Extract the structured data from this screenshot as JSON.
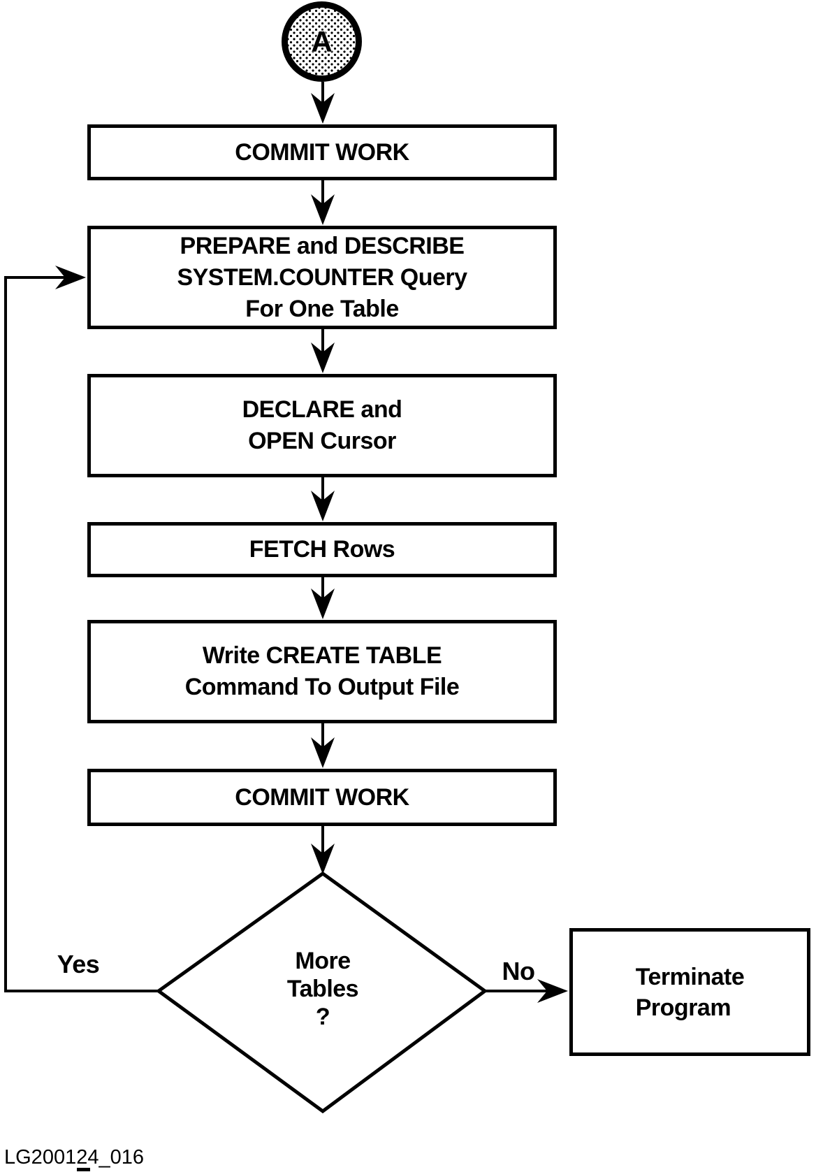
{
  "diagram": {
    "connector": {
      "label": "A"
    },
    "steps": [
      {
        "id": "commit-work-1",
        "lines": [
          "COMMIT WORK"
        ]
      },
      {
        "id": "prepare-describe",
        "lines": [
          "PREPARE and DESCRIBE",
          "SYSTEM.COUNTER Query",
          "For One Table"
        ]
      },
      {
        "id": "declare-open",
        "lines": [
          "DECLARE and",
          "OPEN Cursor"
        ]
      },
      {
        "id": "fetch-rows",
        "lines": [
          "FETCH Rows"
        ]
      },
      {
        "id": "write-create-table",
        "lines": [
          "Write CREATE TABLE",
          "Command To Output File"
        ]
      },
      {
        "id": "commit-work-2",
        "lines": [
          "COMMIT WORK"
        ]
      }
    ],
    "decision": {
      "lines": [
        "More",
        "Tables",
        "?"
      ]
    },
    "branches": {
      "yes": "Yes",
      "no": "No"
    },
    "terminate": {
      "lines": [
        "Terminate",
        "Program"
      ]
    },
    "figure_id": "LG200124_016",
    "colors": {
      "ink": "#000000",
      "paper": "#ffffff"
    }
  }
}
